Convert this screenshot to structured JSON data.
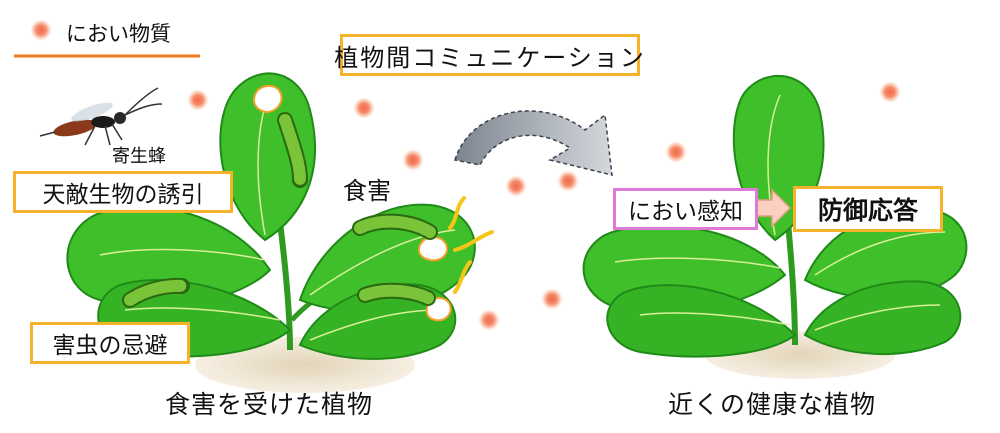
{
  "legend": {
    "label": "におい物質",
    "dot_color": "#f08a6a",
    "line_color": "#f07a20"
  },
  "title": "植物間コミュニケーション",
  "wasp_label": "寄生蜂",
  "feeding_label": "食害",
  "attract_label": "天敵生物の誘引",
  "avoid_label": "害虫の忌避",
  "left_caption": "食害を受けた植物",
  "right_caption": "近くの健康な植物",
  "sense_label": "におい感知",
  "defense_label": "防御応答",
  "colors": {
    "box_border": "#f5b22a",
    "sense_border": "#e07ad8",
    "leaf": "#3fbf2a",
    "leaf_dark": "#1f8a18",
    "caterpillar": "#7ac43a",
    "arrow": "#9aa0a6"
  }
}
